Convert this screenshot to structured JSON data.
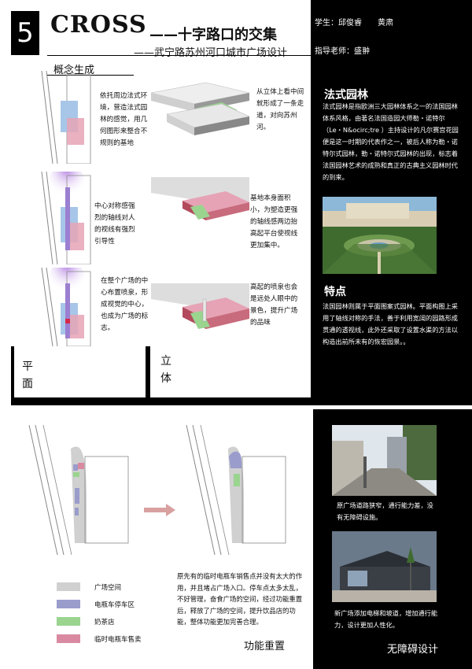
{
  "header": {
    "number": "5",
    "title": "CROSS",
    "subtitle": "——十字路口的交集",
    "subtitle2": "——武宁路苏州河口城市广场设计",
    "student": "学生：邱俊睿　　黄肃",
    "advisor": "指导老师：盛翀"
  },
  "concept": {
    "title": "概念生成",
    "row1_plan": "依托周边法式环境，营造法式园林的感觉，用几何图形来整合不规则的基地",
    "row1_3d": "从立体上看中间就形成了一条走道，对向苏州河。",
    "row2_plan": "中心对称感强烈的轴线对人的视线有强烈引导性",
    "row2_3d": "基地本身面积小，为塑造更强的轴线感两边抬高起平台使视线更加集中。",
    "row3_plan": "在整个广场的中心布置喷泉，形成视觉的中心，也成为广场的标志。",
    "row3_3d": "高起的喷泉也会是远处人眼中的景色，提升广场的品味",
    "label_plan": "平面",
    "label_3d": "立体"
  },
  "garden": {
    "title": "法式园林",
    "text": "法式园林是指欧洲三大园林体系之一的法国园林体系风格，由著名法国造园大师勒・诺特尔（Le・N&ocirc;tre ）主持设计的凡尔赛宫花园便是这一时期的代表作之一，被后人称为勒・诺特尔式园林，勒・诺特尔式园林的出现，标志着法国园林艺术的成熟和真正的古典主义园林时代的到来。",
    "feature_title": "特点",
    "feature_text": "法国园林则属于平面图案式园林。平面构图上采用了轴线对称的手法，善于利用宽阔的园路形成贯通的透视线，此外还采取了设置水渠的方法以构造出前所未有的恢宏园景。。"
  },
  "function": {
    "title": "功能重置",
    "text": "原先有的临时电瓶车销售点并没有太大的作用，并且堵占广场入口。停车点太多太乱，不好管理，奋食广场的空间，经过功能重置后，释放了广场的空间，提升饮品店的功能，整体功能更加完善合理。",
    "legend": [
      {
        "label": "广场空间",
        "color": "#d0d0d0"
      },
      {
        "label": "电瓶车停车区",
        "color": "#9a9ccc"
      },
      {
        "label": "奶茶店",
        "color": "#9ad48f"
      },
      {
        "label": "临时电瓶车售卖",
        "color": "#d98aa0"
      }
    ]
  },
  "barrier": {
    "title": "无障碍设计",
    "caption1": "原广场道路狭窄，通行能力差，没有无障碍设施。",
    "caption2": "新广场添加电梯和坡道，增加通行能力，设计更加人性化。"
  },
  "colors": {
    "pink": "#e6a3b5",
    "blue": "#a7c6e8",
    "purple": "#9b7fd1",
    "green": "#9ad48f",
    "darkred": "#b24a5c"
  }
}
